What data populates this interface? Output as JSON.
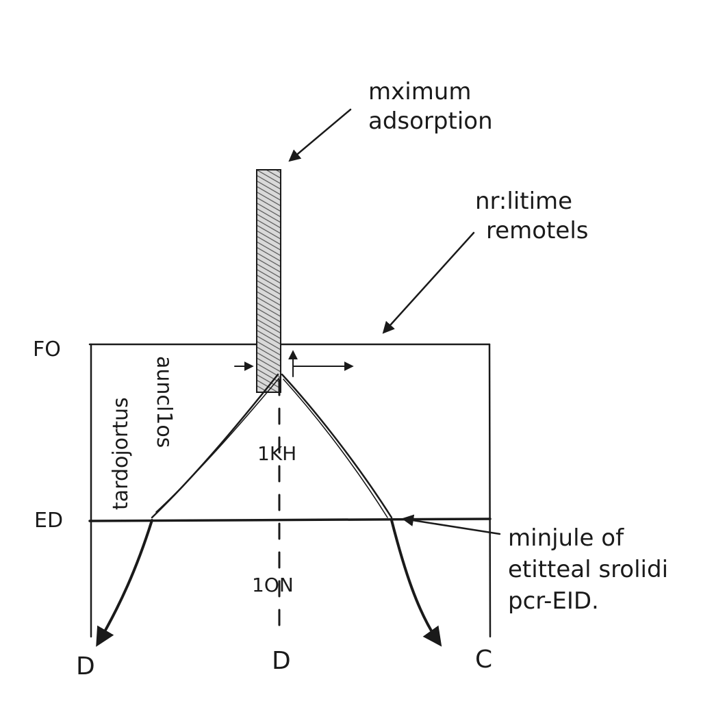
{
  "annotations": {
    "max_adsorption_line1": "mximum",
    "max_adsorption_line2": "adsorption",
    "remotels_line1": "nr:litime",
    "remotels_line2": "remotels",
    "minjule_line1": "minjule of",
    "minjule_line2": "etitteal srolidi",
    "minjule_line3": "pcr-EID."
  },
  "side_labels": {
    "top_level": "FO",
    "bottom_level": "ED"
  },
  "vertical_text": {
    "col1": "tardojortus",
    "col2": "auncl1os"
  },
  "inner_labels": {
    "upper": "1KH",
    "lower": "1ON"
  },
  "bottom_labels": {
    "left": "D",
    "center": "D",
    "right": "C"
  },
  "colors": {
    "ink": "#1a1a1a",
    "hatch": "#6b6b6b",
    "background": "#ffffff"
  }
}
